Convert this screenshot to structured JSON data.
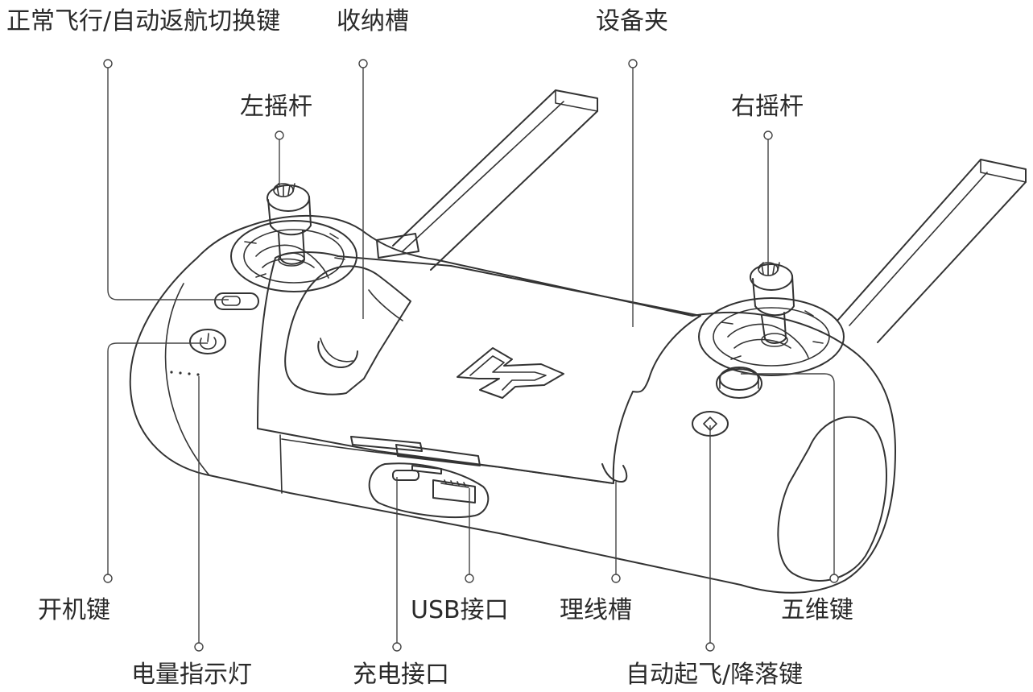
{
  "labels": {
    "mode_switch": "正常飞行/自动返航切换键",
    "storage_slot": "收纳槽",
    "device_clamp": "设备夹",
    "left_stick": "左摇杆",
    "right_stick": "右摇杆",
    "power_button": "开机键",
    "battery_indicator": "电量指示灯",
    "usb_port": "USB接口",
    "charging_port": "充电接口",
    "cable_slot": "理线槽",
    "five_way_key": "五维键",
    "takeoff_landing_key": "自动起飞/降落键"
  },
  "colors": {
    "line": "#333333",
    "text": "#2a2a2a",
    "background": "#ffffff"
  }
}
